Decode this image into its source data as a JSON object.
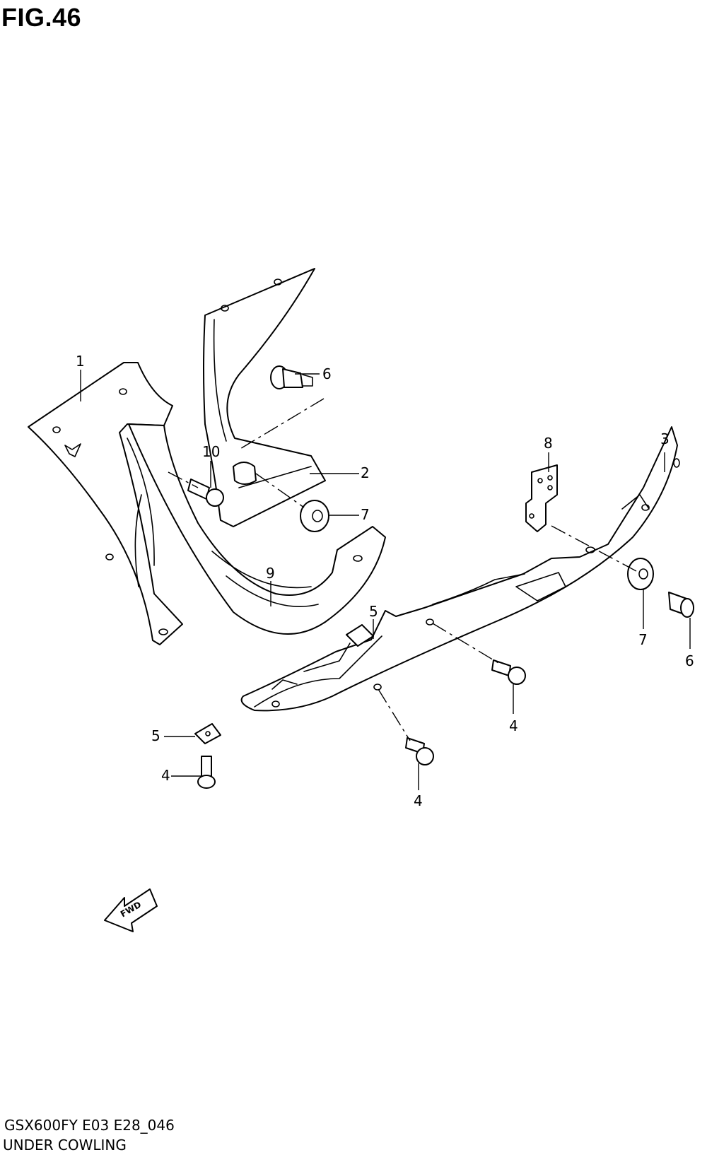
{
  "figure": {
    "title": "FIG.46"
  },
  "callouts": {
    "c1": "1",
    "c2": "2",
    "c3": "3",
    "c4a": "4",
    "c4b": "4",
    "c4c": "4",
    "c5a": "5",
    "c5b": "5",
    "c6a": "6",
    "c6b": "6",
    "c7a": "7",
    "c7b": "7",
    "c8": "8",
    "c9": "9",
    "c10": "10"
  },
  "fwd_label": "FWD",
  "footer": {
    "model_code": "GSX600FY  E03  E28_046",
    "section_name": "UNDER COWLING"
  }
}
